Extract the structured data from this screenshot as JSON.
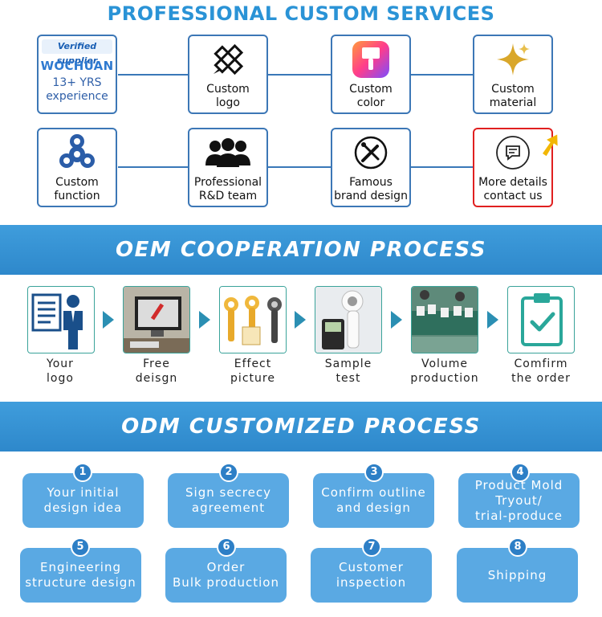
{
  "custom": {
    "title": "PROFESSIONAL CUSTOM SERVICES",
    "verified_badge": "Verified supplier",
    "brand": "WOCHUAN",
    "years_line1": "13+ YRS",
    "years_line2": "experience",
    "logo_l1": "Custom",
    "logo_l2": "logo",
    "color_l1": "Custom",
    "color_l2": "color",
    "material_l1": "Custom",
    "material_l2": "material",
    "function_l1": "Custom",
    "function_l2": "function",
    "rd_l1": "Professional",
    "rd_l2": "R&D team",
    "brand_l1": "Famous",
    "brand_l2": "brand design",
    "contact_l1": "More details",
    "contact_l2": "contact us"
  },
  "oem": {
    "title": "OEM COOPERATION PROCESS",
    "s1_l1": "Your",
    "s1_l2": "logo",
    "s2_l1": "Free",
    "s2_l2": "deisgn",
    "s3_l1": "Effect",
    "s3_l2": "picture",
    "s4_l1": "Sample",
    "s4_l2": "test",
    "s5_l1": "Volume",
    "s5_l2": "production",
    "s6_l1": "Comfirm",
    "s6_l2": "the order"
  },
  "odm": {
    "title": "ODM CUSTOMIZED PROCESS",
    "n1": "1",
    "t1a": "Your initial",
    "t1b": "design idea",
    "n2": "2",
    "t2a": "Sign secrecy",
    "t2b": "agreement",
    "n3": "3",
    "t3a": "Confirm outline",
    "t3b": "and design",
    "n4": "4",
    "t4a": "Product Mold",
    "t4b": "Tryout/",
    "t4c": "trial-produce",
    "n5": "5",
    "t5a": "Engineering",
    "t5b": "structure design",
    "n6": "6",
    "t6a": "Order",
    "t6b": "Bulk production",
    "n7": "7",
    "t7a": "Customer",
    "t7b": "inspection",
    "n8": "8",
    "t8a": "Shipping"
  },
  "colors": {
    "accent": "#2a93d6",
    "banner": "#3a96d6",
    "box_blue": "#5aa9e3",
    "teal_border": "#3aa39a",
    "red_border": "#e02020"
  }
}
